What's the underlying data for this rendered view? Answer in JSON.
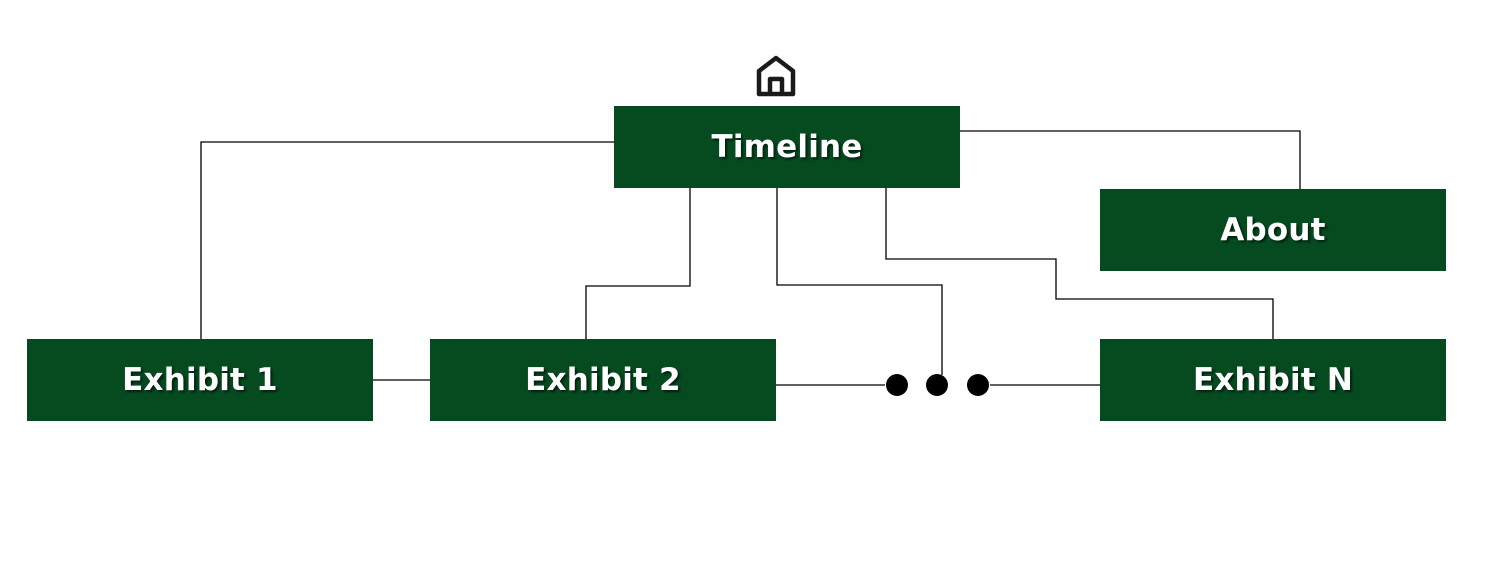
{
  "nodes": {
    "timeline": {
      "label": "Timeline"
    },
    "about": {
      "label": "About"
    },
    "exhibit_1": {
      "label": "Exhibit 1"
    },
    "exhibit_2": {
      "label": "Exhibit 2"
    },
    "exhibit_n": {
      "label": "Exhibit N"
    }
  },
  "icons": {
    "home": "home-icon"
  },
  "colors": {
    "node_fill": "#064a20",
    "node_text": "#ffffff",
    "connector": "#000000",
    "background": "#ffffff"
  }
}
